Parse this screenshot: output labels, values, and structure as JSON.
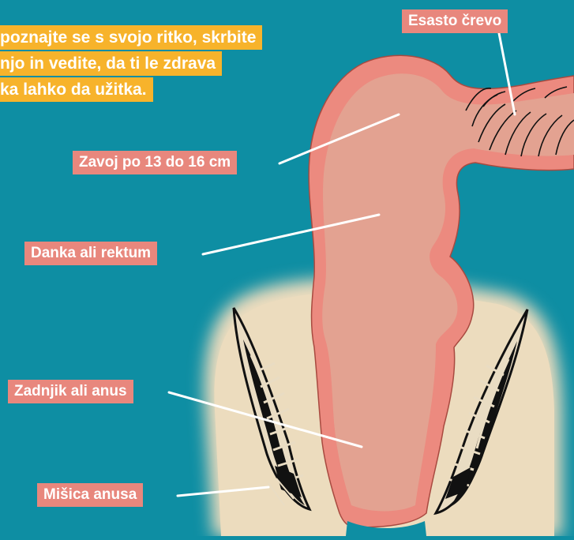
{
  "intro": {
    "lines": [
      "poznajte se s svojo ritko, skrbite",
      "njo in vedite, da  ti le zdrava",
      "ka lahko da užitka."
    ]
  },
  "labels": {
    "sigmoid": "Esasto črevo",
    "bend": "Zavoj po 13 do 16 cm",
    "rectum": "Danka ali rektum",
    "anus": "Zadnjik ali anus",
    "muscle": "Mišica anusa"
  },
  "colors": {
    "background": "#0e8ea3",
    "tissue_outer": "#ec8a7f",
    "tissue_inner": "#e3a291",
    "skin": "#ecdcbe",
    "label_bg": "#e8877d",
    "intro_bg": "#f7b32b",
    "leader_line": "#ffffff"
  }
}
